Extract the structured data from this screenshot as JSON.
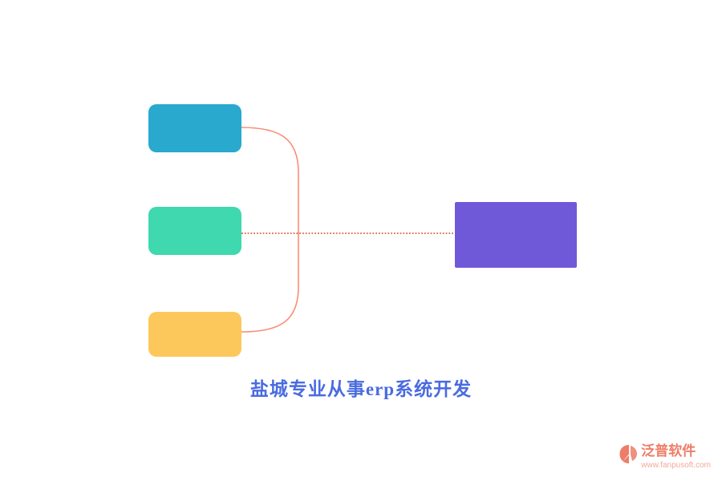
{
  "page": {
    "background": "#ffffff"
  },
  "diagram": {
    "nodes": [
      {
        "id": "top-left",
        "label": "",
        "color": "#29A9CE"
      },
      {
        "id": "middle-left",
        "label": "",
        "color": "#3FD8AF"
      },
      {
        "id": "bottom-left",
        "label": "",
        "color": "#FDC85B"
      },
      {
        "id": "right",
        "label": "",
        "color": "#7059D8"
      }
    ],
    "connectors": {
      "bracket_color": "#F88E76",
      "dotted_color": "#D9634A"
    },
    "caption": {
      "text": "盐城专业从事erp系统开发",
      "color": "#4A6BE0"
    }
  },
  "footer": {
    "logo_text": "泛普软件",
    "logo_url": "www.fanpusoft.com",
    "logo_color": "#ED7D67"
  }
}
